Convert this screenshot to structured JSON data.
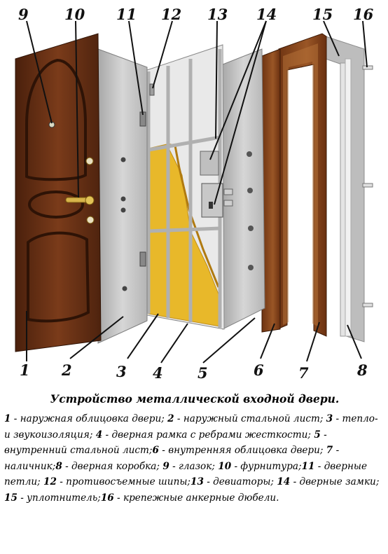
{
  "figure": {
    "labels": [
      "9",
      "10",
      "11",
      "12",
      "13",
      "14",
      "15",
      "16",
      "1",
      "2",
      "3",
      "4",
      "5",
      "6",
      "7",
      "8"
    ],
    "colors": {
      "wood_dark": "#5a2a12",
      "wood_mid": "#7a3b1a",
      "steel": "#c9c9c9",
      "steel_dark": "#9d9d9d",
      "insulation": "#e8b82a",
      "frame": "#d8d8d8",
      "casing": "#8a4a20"
    }
  },
  "caption": {
    "title": "Устройство металлической входной двери.",
    "items": [
      {
        "n": "1",
        "text": " - наружная облицовка двери; "
      },
      {
        "n": "2",
        "text": " - наружный стальной лист; "
      },
      {
        "n": "3",
        "text": " - тепло- и звукоизоляция; "
      },
      {
        "n": "4",
        "text": " - дверная рамка с ребрами жесткости; "
      },
      {
        "n": "5",
        "text": " - внутренний стальной лист;"
      },
      {
        "n": "6",
        "text": " - внутренняя облицовка двери; "
      },
      {
        "n": "7",
        "text": " - наличник;"
      },
      {
        "n": "8",
        "text": " - дверная коробка; "
      },
      {
        "n": "9",
        "text": " - глазок; "
      },
      {
        "n": "10",
        "text": " - фурнитура;"
      },
      {
        "n": "11",
        "text": " - дверные петли; "
      },
      {
        "n": "12",
        "text": " - противосъемные шипы;"
      },
      {
        "n": "13",
        "text": " - девиаторы; "
      },
      {
        "n": "14",
        "text": " - дверные замки; "
      },
      {
        "n": "15",
        "text": " - уплотнитель;"
      },
      {
        "n": "16",
        "text": " - крепежные анкерные дюбели."
      }
    ]
  }
}
